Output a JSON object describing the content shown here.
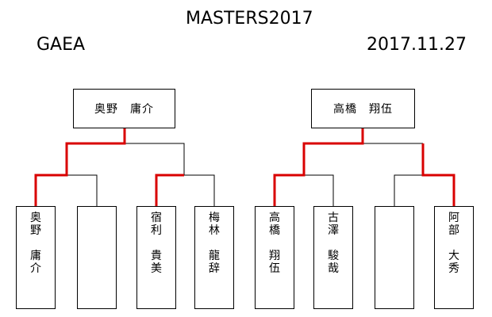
{
  "header": {
    "title": "MASTERS2017",
    "organizer": "GAEA",
    "date": "2017.11.27"
  },
  "colors": {
    "winning_path": "#d90000",
    "line": "#000000"
  },
  "brackets": [
    {
      "winner": "奥野　庸介",
      "players": [
        {
          "name": "奥\n野\n\n庸\n介"
        },
        {
          "name": ""
        },
        {
          "name": "宿\n利\n\n貴\n美"
        },
        {
          "name": "梅\n林\n\n龍\n辞"
        }
      ]
    },
    {
      "winner": "高橋　翔伍",
      "players": [
        {
          "name": "高\n橋\n\n翔\n伍"
        },
        {
          "name": "古\n澤\n\n駿\n哉"
        },
        {
          "name": ""
        },
        {
          "name": "阿\n部\n\n大\n秀"
        }
      ]
    }
  ]
}
